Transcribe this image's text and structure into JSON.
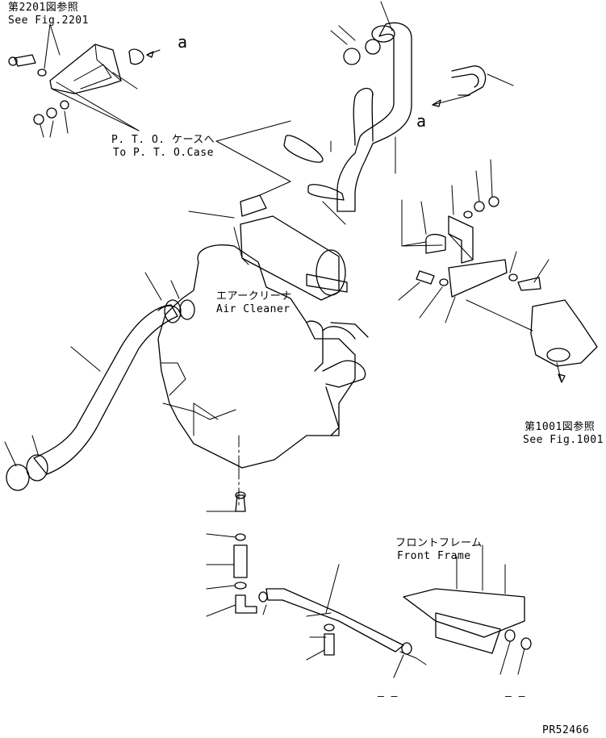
{
  "ref_top_left": {
    "jp": "第2201図参照",
    "en": "See Fig.2201"
  },
  "callout_a_top": "a",
  "callout_a_mid": "a",
  "pto_note": {
    "jp": "P. T. O. ケースへ",
    "en": "To P. T. O.Case"
  },
  "air_cleaner": {
    "jp": "エアークリーナ",
    "en": "Air Cleaner"
  },
  "ref_right": {
    "jp": "第1001図参照",
    "en": "See Fig.1001"
  },
  "front_frame": {
    "jp": "フロントフレーム",
    "en": "Front Frame"
  },
  "bottom_mark_left": "– –",
  "bottom_mark_right": "– –",
  "figure_code": "PR52466"
}
